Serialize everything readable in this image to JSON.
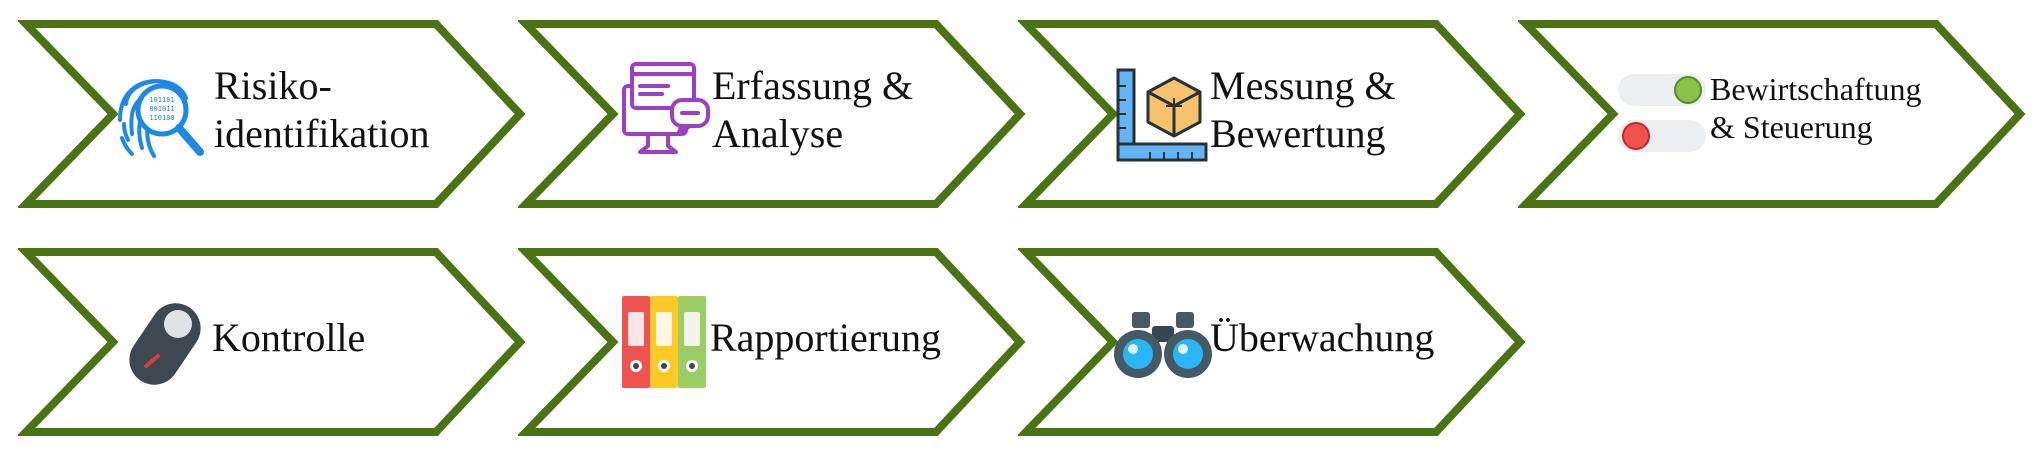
{
  "colors": {
    "border": "#4a7313",
    "fill": "#ffffff",
    "text": "#111111"
  },
  "process": {
    "steps": [
      {
        "icon": "fingerprint-search-icon",
        "line1": "Risiko-",
        "line2": "identifikation"
      },
      {
        "icon": "analytics-monitor-icon",
        "line1": "Erfassung &",
        "line2": "Analyse"
      },
      {
        "icon": "ruler-cube-icon",
        "line1": "Messung &",
        "line2": "Bewertung"
      },
      {
        "icon": "toggle-switches-icon",
        "line1": "Bewirtschaftung",
        "line2": "& Steuerung"
      },
      {
        "icon": "toggle-switch-icon",
        "line1": "Kontrolle"
      },
      {
        "icon": "binders-icon",
        "line1": "Rapportierung"
      },
      {
        "icon": "binoculars-icon",
        "line1": "Überwachung"
      }
    ]
  }
}
